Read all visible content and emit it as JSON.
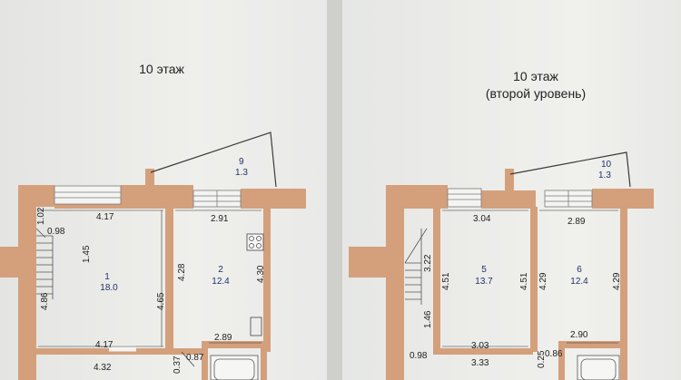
{
  "left": {
    "heading": "10 этаж",
    "balcony": {
      "number": "9",
      "area": "1.3"
    },
    "rooms": [
      {
        "number": "1",
        "area": "18.0"
      },
      {
        "number": "2",
        "area": "12.4"
      }
    ],
    "dimensions": [
      "4.17",
      "2.91",
      "1.02",
      "0.98",
      "1.45",
      "4.86",
      "4.65",
      "4.28",
      "4.30",
      "2.89",
      "4.17",
      "4.32",
      "0.37",
      "0.87"
    ]
  },
  "right": {
    "heading_line1": "10 этаж",
    "heading_line2": "(второй уровень)",
    "balcony": {
      "number": "10",
      "area": "1.3"
    },
    "rooms": [
      {
        "number": "5",
        "area": "13.7"
      },
      {
        "number": "6",
        "area": "12.4"
      }
    ],
    "dimensions": [
      "3.04",
      "2.89",
      "3.22",
      "4.51",
      "4.51",
      "4.29",
      "4.29",
      "1.46",
      "0.98",
      "3.03",
      "3.33",
      "2.90",
      "0.25",
      "0.86"
    ]
  }
}
